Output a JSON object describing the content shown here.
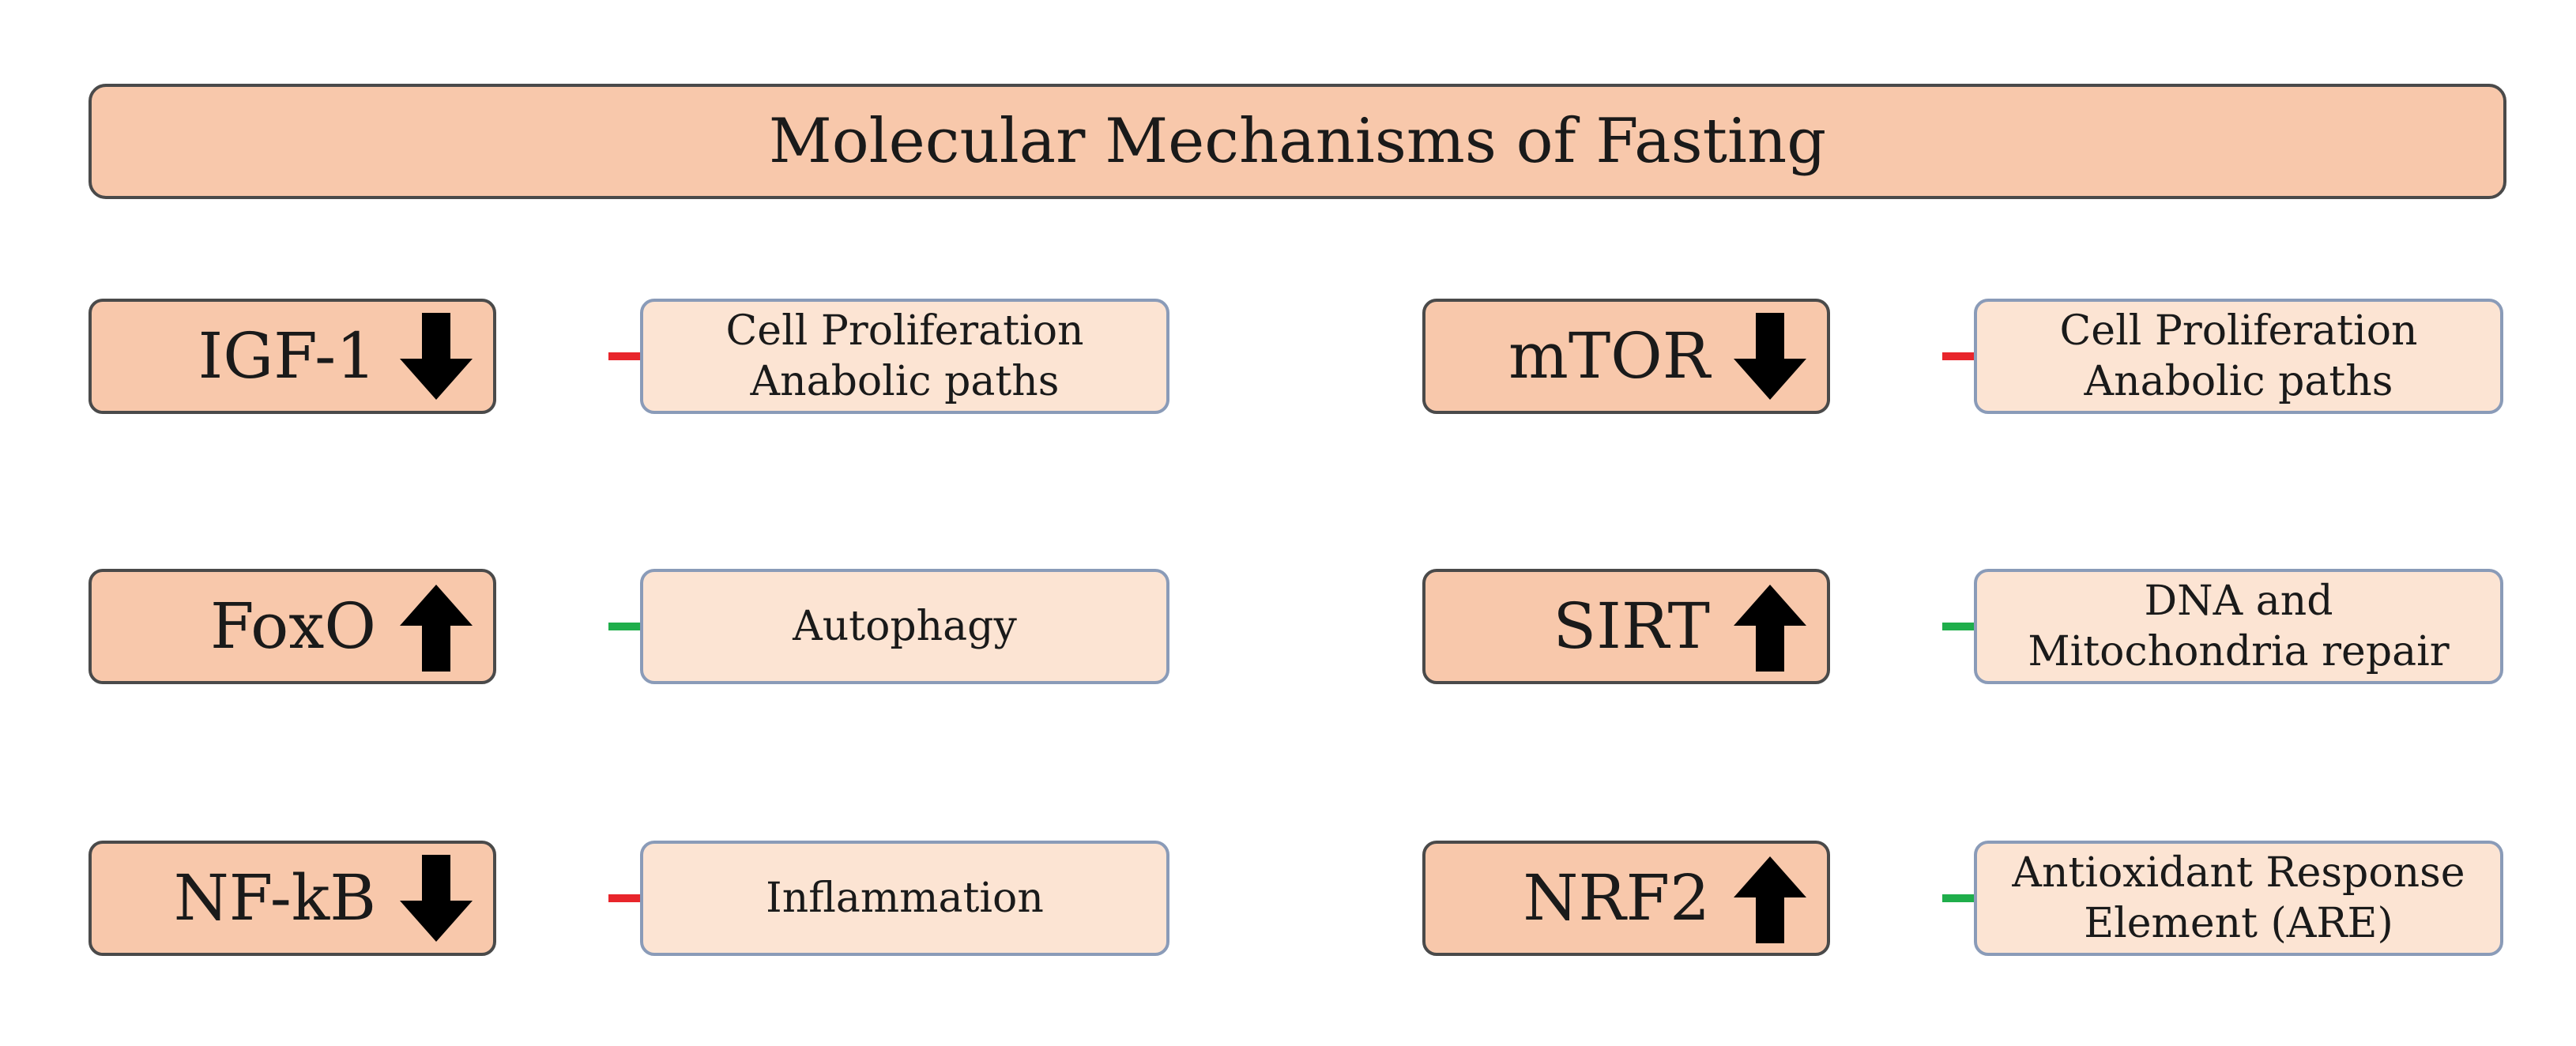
{
  "title": "Molecular Mechanisms of Fasting",
  "colors": {
    "molecule_fill": "#f8c8ab",
    "effect_fill": "#fce4d3",
    "inhibit": "#e8252b",
    "activate": "#1fae4b",
    "direction_arrow": "#000000"
  },
  "rows": [
    {
      "molecule": "IGF-1",
      "direction": "down",
      "relation": "inhibits",
      "effect_lines": [
        "Cell Proliferation",
        "Anabolic paths"
      ]
    },
    {
      "molecule": "mTOR",
      "direction": "down",
      "relation": "inhibits",
      "effect_lines": [
        "Cell Proliferation",
        "Anabolic paths"
      ]
    },
    {
      "molecule": "FoxO",
      "direction": "up",
      "relation": "activates",
      "effect_lines": [
        "Autophagy"
      ]
    },
    {
      "molecule": "SIRT",
      "direction": "up",
      "relation": "activates",
      "effect_lines": [
        "DNA and",
        "Mitochondria repair"
      ]
    },
    {
      "molecule": "NF-kB",
      "direction": "down",
      "relation": "inhibits",
      "effect_lines": [
        "Inflammation"
      ]
    },
    {
      "molecule": "NRF2",
      "direction": "up",
      "relation": "activates",
      "effect_lines": [
        "Antioxidant Response",
        "Element (ARE)"
      ]
    }
  ]
}
